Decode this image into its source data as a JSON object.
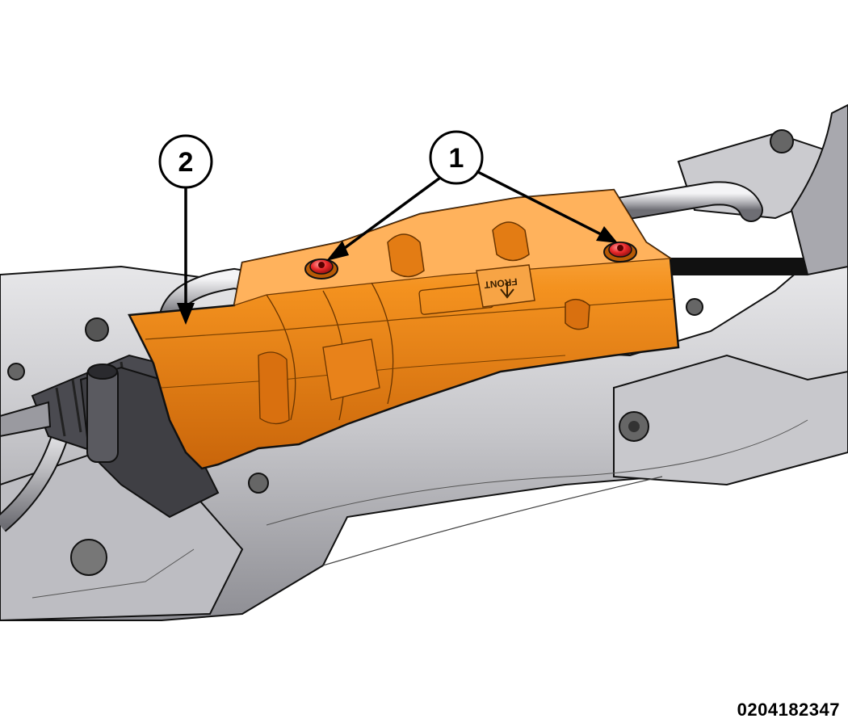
{
  "callouts": [
    {
      "number": "1"
    },
    {
      "number": "2"
    }
  ],
  "stamp_text": "FRONT",
  "figure_id": "0204182347",
  "colors": {
    "shield": "#f08a1c",
    "shield_dark": "#b85a05",
    "shield_light": "#ffb45a",
    "frame": "#cfcfd2",
    "frame_dark": "#8c8c90",
    "fastener": "#e8282a",
    "outline": "#111111"
  }
}
